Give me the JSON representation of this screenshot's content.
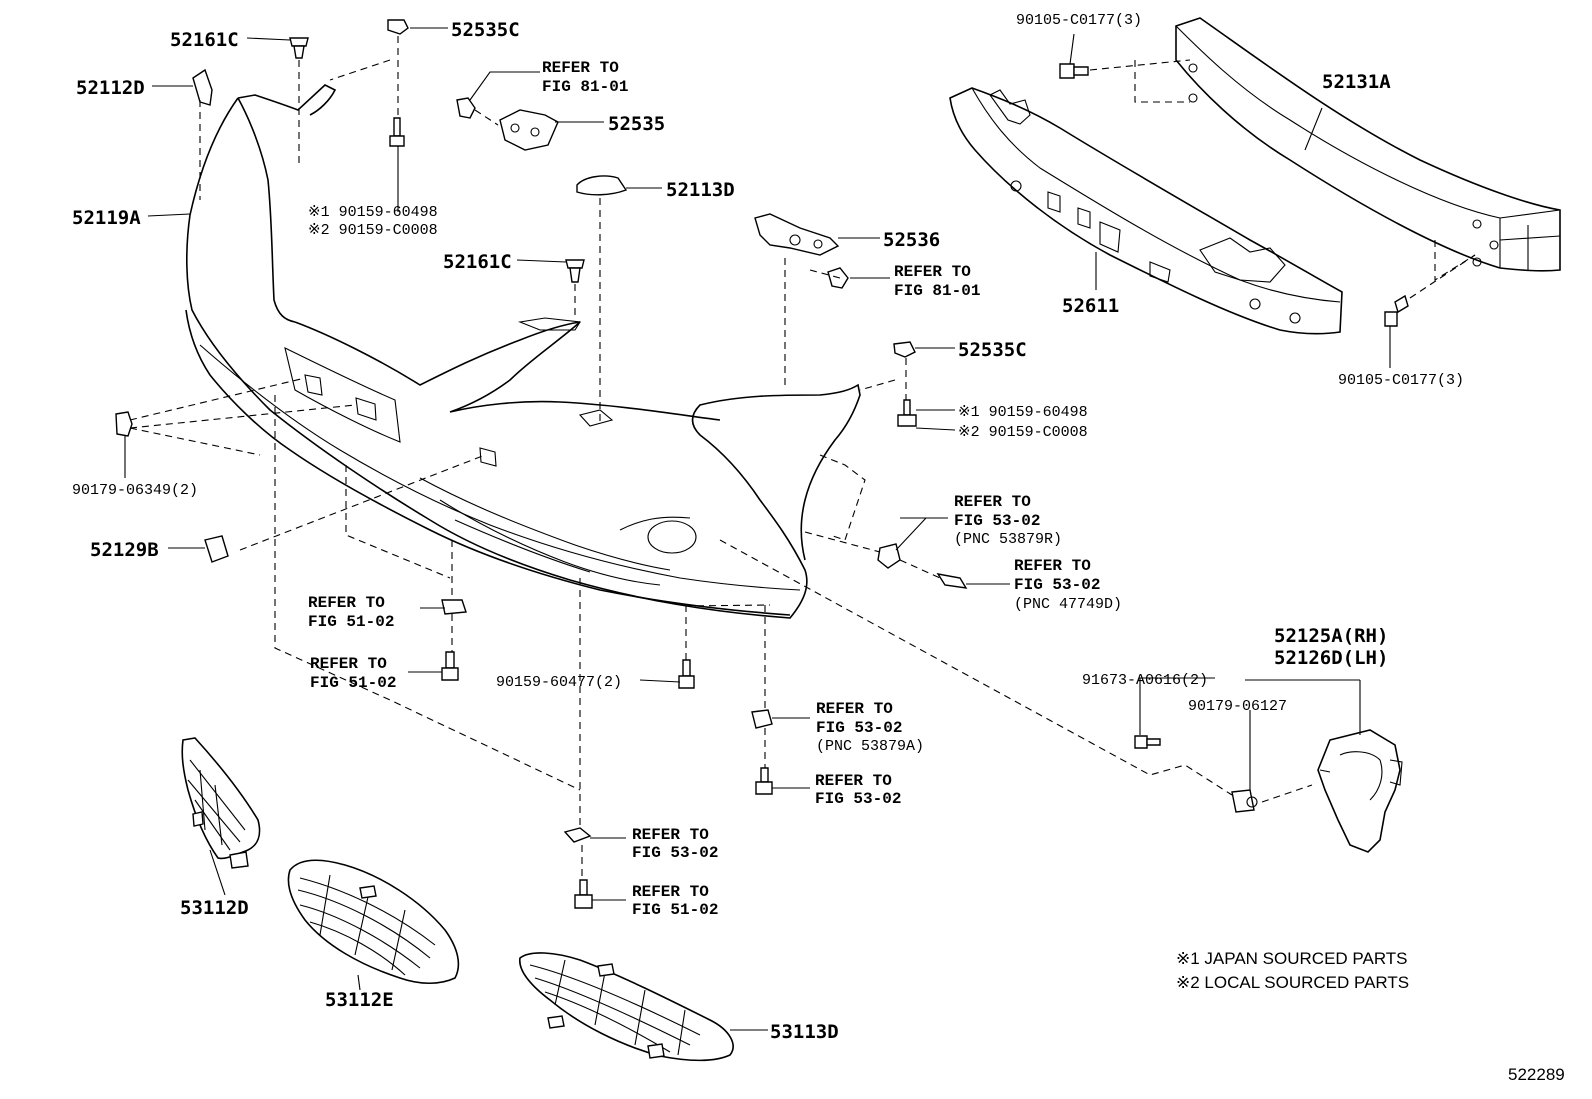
{
  "diagram_id": "522289",
  "labels": {
    "p52161C_a": "52161C",
    "p52535C_a": "52535C",
    "p52112D": "52112D",
    "p52119A": "52119A",
    "p52535": "52535",
    "p52113D": "52113D",
    "p52161C_b": "52161C",
    "p52536": "52536",
    "p52535C_b": "52535C",
    "p52611": "52611",
    "p52131A": "52131A",
    "p90105_top": "90105-C0177(3)",
    "p90105_right": "90105-C0177(3)",
    "p90179_06349": "90179-06349(2)",
    "p52129B": "52129B",
    "p90159_60477": "90159-60477(2)",
    "p52125A": "52125A(RH)",
    "p52126D": "52126D(LH)",
    "p91673": "91673-A0616(2)",
    "p90179_06127": "90179-06127",
    "p53112D": "53112D",
    "p53112E": "53112E",
    "p53113D": "53113D"
  },
  "notes_jp": {
    "left_1": "※1 90159-60498",
    "left_2": "※2 90159-C0008",
    "right_1": "※1 90159-60498",
    "right_2": "※2 90159-C0008"
  },
  "refs": {
    "r81_a_1": "REFER TO",
    "r81_a_2": "FIG 81-01",
    "r81_b_1": "REFER TO",
    "r81_b_2": "FIG 81-01",
    "r53_a_1": "REFER TO",
    "r53_a_2": "FIG 53-02",
    "r53_a_3": "(PNC 53879R)",
    "r53_b_1": "REFER TO",
    "r53_b_2": "FIG 53-02",
    "r53_b_3": "(PNC 47749D)",
    "r51_a_1": "REFER TO",
    "r51_a_2": "FIG 51-02",
    "r51_b_1": "REFER TO",
    "r51_b_2": "FIG 51-02",
    "r53_c_1": "REFER TO",
    "r53_c_2": "FIG 53-02",
    "r53_c_3": "(PNC 53879A)",
    "r53_d_1": "REFER TO",
    "r53_d_2": "FIG 53-02",
    "r53_e_1": "REFER TO",
    "r53_e_2": "FIG 53-02",
    "r51_c_1": "REFER TO",
    "r51_c_2": "FIG 51-02"
  },
  "legend": {
    "line1": "※1 JAPAN SOURCED PARTS",
    "line2": "※2 LOCAL SOURCED PARTS"
  }
}
